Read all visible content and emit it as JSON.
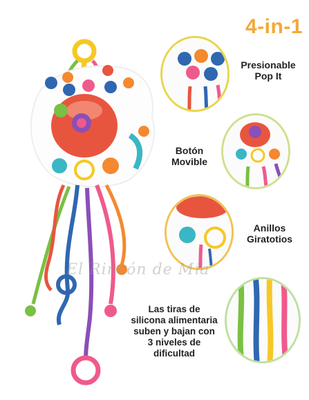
{
  "headline": "4-in-1",
  "features": [
    {
      "line1": "Presionable",
      "line2": "Pop It"
    },
    {
      "line1": "Botón",
      "line2": "Movible"
    },
    {
      "line1": "Anillos",
      "line2": "Giratotios"
    },
    {
      "lines": [
        "Las tiras de",
        "silicona alimentaria",
        "suben y bajan con",
        "3 niveles de",
        "dificultad"
      ]
    }
  ],
  "watermark": "El Rincón de Mía",
  "colors": {
    "headline": "#f2a93b",
    "body_white": "#fdfdfd",
    "accent_red": "#e8553f",
    "accent_orange": "#f4892f",
    "accent_yellow": "#f6c825",
    "accent_blue": "#2f67b1",
    "accent_teal": "#3bb6c4",
    "accent_pink": "#ef5a8c",
    "accent_green": "#79c043",
    "accent_purple": "#8a4fb8"
  }
}
